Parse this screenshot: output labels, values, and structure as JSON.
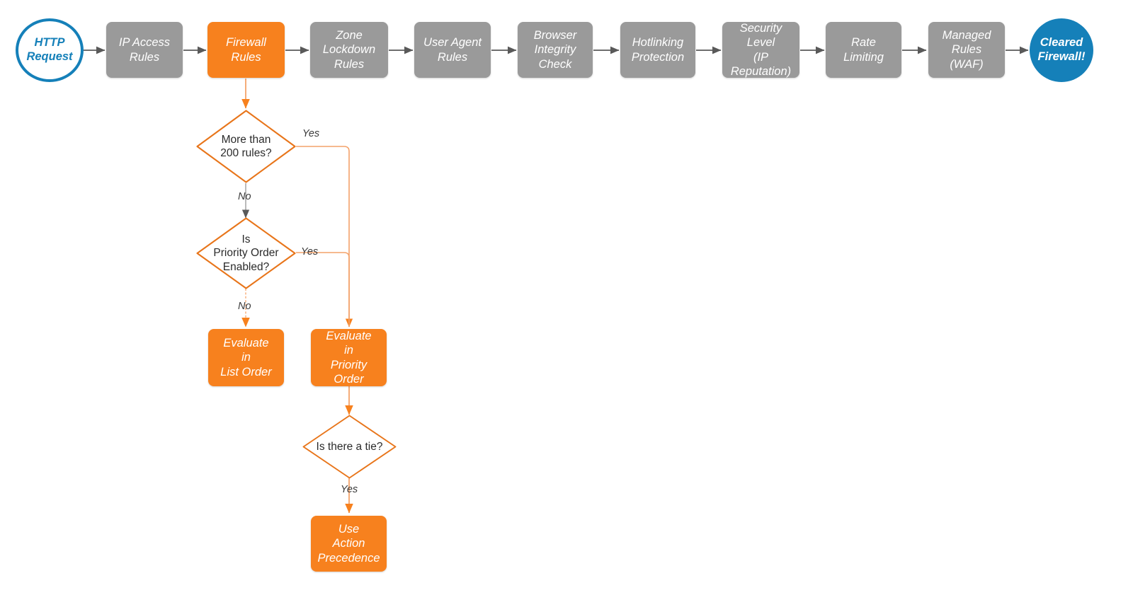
{
  "diagram": {
    "title": "Cloudflare Firewall Rules Evaluation Order",
    "colors": {
      "gray_fill": "#9a9a9a",
      "orange_fill": "#f7811e",
      "orange_stroke": "#e8751a",
      "orange_wire": "#f4a26a",
      "blue": "#1580b9",
      "gray_wire": "#595959",
      "text_dark": "#2b2b2b",
      "text_white": "#ffffff"
    },
    "pipeline": [
      {
        "id": "http-request",
        "kind": "terminator-start",
        "lines": [
          "HTTP",
          "Request"
        ]
      },
      {
        "id": "ip-access-rules",
        "kind": "process-gray",
        "lines": [
          "IP Access",
          "Rules"
        ]
      },
      {
        "id": "firewall-rules",
        "kind": "process-orange",
        "lines": [
          "Firewall",
          "Rules"
        ]
      },
      {
        "id": "zone-lockdown",
        "kind": "process-gray",
        "lines": [
          "Zone",
          "Lockdown",
          "Rules"
        ]
      },
      {
        "id": "user-agent-rules",
        "kind": "process-gray",
        "lines": [
          "User Agent",
          "Rules"
        ]
      },
      {
        "id": "browser-integrity",
        "kind": "process-gray",
        "lines": [
          "Browser",
          "Integrity",
          "Check"
        ]
      },
      {
        "id": "hotlinking",
        "kind": "process-gray",
        "lines": [
          "Hotlinking",
          "Protection"
        ]
      },
      {
        "id": "security-level",
        "kind": "process-gray",
        "lines": [
          "Security",
          "Level",
          "(IP Reputation)"
        ]
      },
      {
        "id": "rate-limiting",
        "kind": "process-gray",
        "lines": [
          "Rate",
          "Limiting"
        ]
      },
      {
        "id": "managed-rules",
        "kind": "process-gray",
        "lines": [
          "Managed",
          "Rules",
          "(WAF)"
        ]
      },
      {
        "id": "cleared-firewall",
        "kind": "terminator-end",
        "lines": [
          "Cleared",
          "Firewall!"
        ]
      }
    ],
    "branch": {
      "decision_more_than_200": {
        "lines": [
          "More than",
          "200 rules?"
        ]
      },
      "decision_priority_order": {
        "lines": [
          "Is",
          "Priority Order",
          "Enabled?"
        ]
      },
      "decision_tie": {
        "lines": [
          "Is there a tie?"
        ]
      },
      "action_list_order": {
        "lines": [
          "Evaluate",
          "in",
          "List Order"
        ]
      },
      "action_priority_order": {
        "lines": [
          "Evaluate",
          "in",
          "Priority Order"
        ]
      },
      "action_precedence": {
        "lines": [
          "Use",
          "Action",
          "Precedence"
        ]
      }
    },
    "edge_labels": {
      "more200_yes": "Yes",
      "more200_no": "No",
      "priority_yes": "Yes",
      "priority_no": "No",
      "tie_yes": "Yes"
    }
  }
}
